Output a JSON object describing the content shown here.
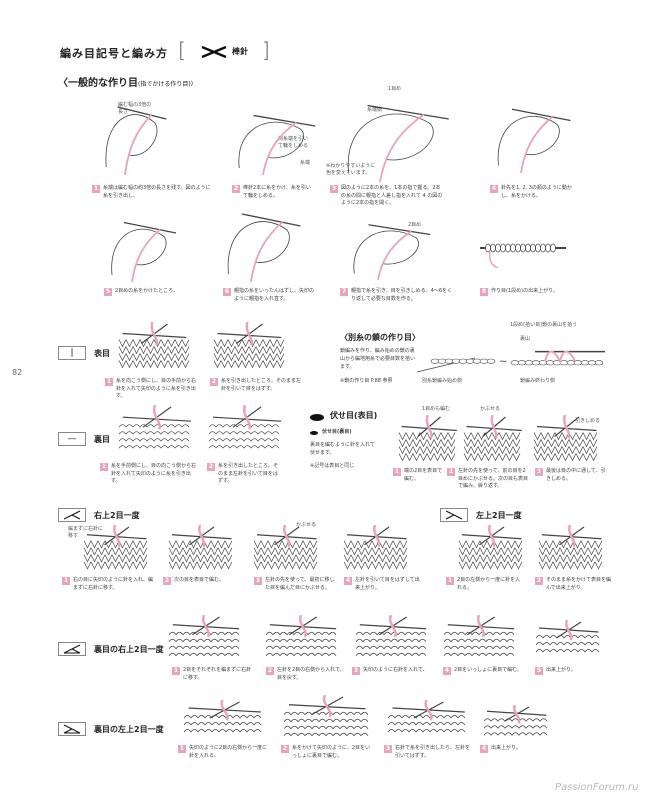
{
  "header": {
    "title": "編み目記号と編み方",
    "tool_icon": "knitting-needles-icon",
    "tool_label": "棒針"
  },
  "page_number": "82",
  "watermark": "PassionForum.ru",
  "accent": "#e8a3be",
  "cast_on": {
    "title": "〈一般的な作り目",
    "subtitle": "(指でかける作り目)〉",
    "annotations": [
      "編む幅の3倍の長さ",
      "両糸端を引いて輪をしめる",
      "糸端",
      "1目め",
      "糸端側",
      "※わかりやすいように色を変えています。",
      "2目め"
    ],
    "steps": [
      {
        "n": "1",
        "text": "糸端は編む幅の約3倍の長さを残す。図のように糸を引き出し、"
      },
      {
        "n": "2",
        "text": "棒針2本に糸をかけ、糸を引いて輪をしめる。"
      },
      {
        "n": "3",
        "text": "図のように2本の糸を、1本の指で握る。2本の糸の間に親指と人差し指を入れて 4 の図のように2本の指を開く。"
      },
      {
        "n": "4",
        "text": "針先を1, 2, 3の順のように動かし、糸をかける。"
      },
      {
        "n": "5",
        "text": "2目めの糸をかけたところ。"
      },
      {
        "n": "6",
        "text": "親指の糸をいったんはずし、矢印のように親指を入れ直す。"
      },
      {
        "n": "7",
        "text": "親指で糸を引き、目を引きしめる。4〜6をくり返して必要な目数を作る。"
      },
      {
        "n": "8",
        "text": "作り目(1段め)の出来上がり。"
      }
    ]
  },
  "knit": {
    "symbol": "|",
    "label": "表目",
    "steps": [
      {
        "n": "1",
        "text": "糸を向こう側にし、目の手前から右針を入れて矢印のように糸を引き出す。"
      },
      {
        "n": "2",
        "text": "糸を引き出したところ。そのまま左針を引いて目をはずす。"
      }
    ]
  },
  "purl": {
    "symbol": "—",
    "label": "裏目",
    "steps": [
      {
        "n": "1",
        "text": "糸を手前側にし、目の向こう側から右針を入れて矢印のように糸を引き出す。"
      },
      {
        "n": "2",
        "text": "糸を引き出したところ。そのまま左針を引いて目をはずす。"
      }
    ]
  },
  "provisional": {
    "title": "〈別糸の鎖の作り目〉",
    "desc": "鎖編みを作り、編み始めの鎖の裏山から編地用糸で必要目数を拾います。",
    "ref": "※鎖の作り目 P.88 参照",
    "annotations": [
      "1段め(拾い目)鎖の裏山を拾う",
      "裏山",
      "別糸鎖編み始め側",
      "鎖編み終わり側"
    ]
  },
  "bind_off": {
    "title": "伏せ目(表目)",
    "sub_title": "伏せ目(裏目)",
    "desc": "裏目を編むように針を入れて伏せます。",
    "note": "※記号は表目と同じ",
    "annotations": [
      "1目めも編む",
      "かぶせる",
      "引きしめる"
    ],
    "steps": [
      {
        "n": "1",
        "text": "端の2目を表目で編む。"
      },
      {
        "n": "2",
        "text": "左針の先を使って、前の目を2目めにかぶせる。次の目も表目で編み、繰り返す。"
      },
      {
        "n": "3",
        "text": "最後は目の中に通して、引きしめる。"
      }
    ]
  },
  "k2tog_right": {
    "label": "右上2目一度",
    "annotations": [
      "編まずに右針に移す",
      "かぶせる"
    ],
    "steps": [
      {
        "n": "1",
        "text": "右の目に矢印のように針を入れ、編まずに右針に移す。"
      },
      {
        "n": "2",
        "text": "次の目を表目で編む。"
      },
      {
        "n": "3",
        "text": "左針の先を使って、最初に移した目を編んだ目にかぶせる。"
      },
      {
        "n": "4",
        "text": "左針を引いて目をはずして出来上がり。"
      }
    ]
  },
  "k2tog_left": {
    "label": "左上2目一度",
    "steps": [
      {
        "n": "1",
        "text": "2目の左側から一度に針を入れる。"
      },
      {
        "n": "2",
        "text": "そのまま糸をかけて表目を編んで出来上がり。"
      }
    ]
  },
  "p2tog_right": {
    "label": "裏目の右上2目一度",
    "steps": [
      {
        "n": "1",
        "text": "2目をそれぞれを編まずに右針に移す。"
      },
      {
        "n": "2",
        "text": "左針を2目の右側から入れて、目を戻す。"
      },
      {
        "n": "3",
        "text": "矢印のように右針を入れて、"
      },
      {
        "n": "4",
        "text": "2目をいっしょに裏目で編む。"
      },
      {
        "n": "5",
        "text": "出来上がり。"
      }
    ]
  },
  "p2tog_left": {
    "label": "裏目の左上2目一度",
    "steps": [
      {
        "n": "1",
        "text": "矢印のように2目の右側から一度に針を入れる。"
      },
      {
        "n": "2",
        "text": "糸をかけて矢印のように、2目をいっしょに裏目で編む。"
      },
      {
        "n": "3",
        "text": "右針で糸を引き出したら、左針を引いてはずす。"
      },
      {
        "n": "4",
        "text": "出来上がり。"
      }
    ]
  }
}
